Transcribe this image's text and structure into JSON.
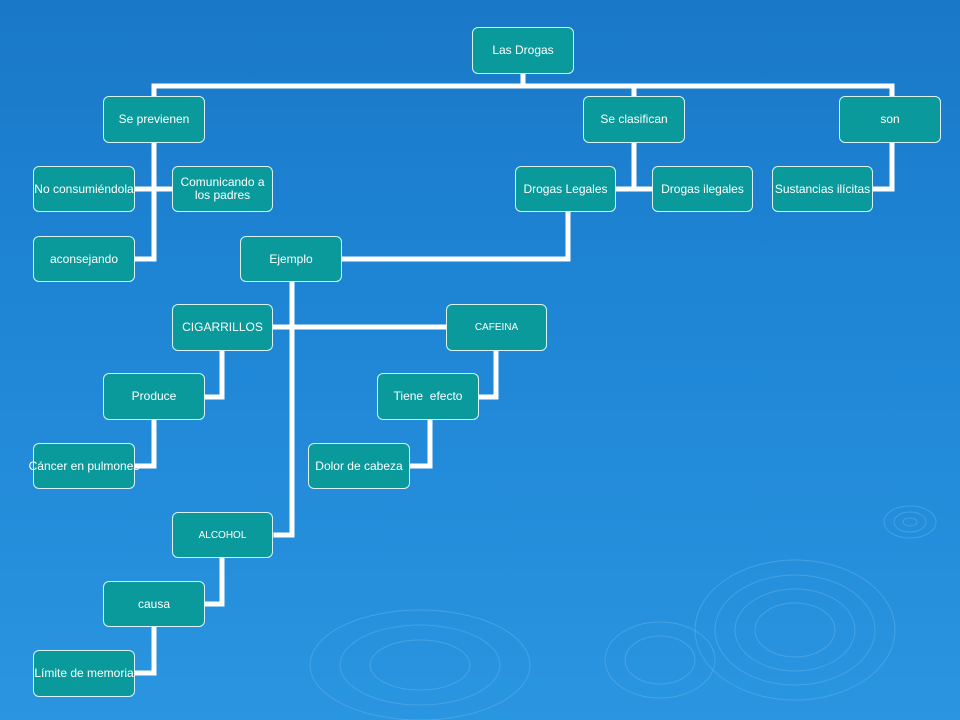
{
  "nodes": {
    "root": "Las Drogas",
    "prevent": "Se previenen",
    "classify": "Se clasifican",
    "are": "son",
    "no_consume": "No consumiéndola",
    "communicate": "Comunicando a los padres",
    "advise": "aconsejando",
    "legal": "Drogas Legales",
    "illegal": "Drogas ilegales",
    "illicit": "Sustancias ilícitas",
    "example": "Ejemplo",
    "cigarettes": "CIGARRILLOS",
    "produces": "Produce",
    "lung_cancer": "Cáncer en pulmones",
    "caffeine": "CAFEINA",
    "has_effect": "Tiene  efecto",
    "headache": "Dolor de cabeza",
    "alcohol": "ALCOHOL",
    "causes": "causa",
    "memory_limit": "Límite de memoria"
  },
  "colors": {
    "node_fill": "#0a9a9c",
    "connector": "#ffffff",
    "background": "#1f86d6"
  }
}
